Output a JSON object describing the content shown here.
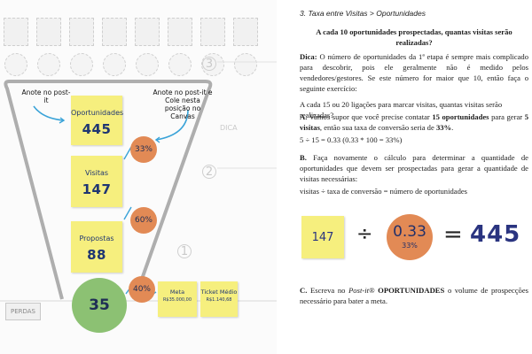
{
  "funnel": {
    "callout_left": "Anote no post-it",
    "callout_right": "Anote no post-it e Cole nesta posição no Canvas",
    "notes": [
      {
        "label": "Oportunidades",
        "value": "445"
      },
      {
        "label": "Visitas",
        "value": "147"
      },
      {
        "label": "Propostas",
        "value": "88"
      }
    ],
    "rates": [
      "33%",
      "60%",
      "40%"
    ],
    "final_value": "35",
    "meta": {
      "label": "Meta",
      "value": "R$35.000,00"
    },
    "ticket": {
      "label": "Ticket Médio",
      "value": "R$1.140,68"
    },
    "perdas": "PERDAS",
    "faded_steps": [
      "3",
      "2",
      "1"
    ],
    "faded_dica": "DICA"
  },
  "doc": {
    "section": "3. Taxa entre Visitas > Oportunidades",
    "question": "A cada 10 oportunidades prospectadas, quantas visitas serão realizadas?",
    "dica_label": "Dica:",
    "dica_text": "O número de oportunidades da 1ª etapa é sempre mais complicado para descobrir, pois ele geralmente não é medido pelos vendedores/gestores. Se este número for maior que 10, então faça o seguinte exercício:",
    "exercise": "A cada 15 ou 20 ligações para marcar visitas, quantas visitas serão realizadas?",
    "a_label": "A.",
    "a_text_1": "Vamos supor que você precise contatar",
    "a_bold_1": "15 oportunidades",
    "a_text_2": "para gerar",
    "a_bold_2": "5 visitas",
    "a_text_3": ", então sua taxa de conversão seria de",
    "a_bold_3": "33%",
    "a_text_4": ".",
    "calc": "5 ÷ 15 = 0.33 (0.33 * 100 = 33%)",
    "b_label": "B.",
    "b_text": "Faça novamente o cálculo para determinar a quantidade de oportunidades que devem ser prospectadas para gerar a quantidade de visitas necessárias:",
    "formula": "visitas ÷ taxa de conversão = número de oportunidades",
    "eq_note": "147",
    "eq_div": "÷",
    "eq_rate": "0.33",
    "eq_rate_pct": "33%",
    "eq_equals": "=",
    "eq_result": "445",
    "c_label": "C.",
    "c_text_1": "Escreva no",
    "c_italic": "Post-it®",
    "c_bold": "OPORTUNIDADES",
    "c_text_2": "o volume de prospecções necessário para bater a meta."
  },
  "colors": {
    "postit": "#f6ef7e",
    "rate_circle": "#e28a55",
    "final_circle": "#8cc173",
    "ink": "#1f3672"
  }
}
